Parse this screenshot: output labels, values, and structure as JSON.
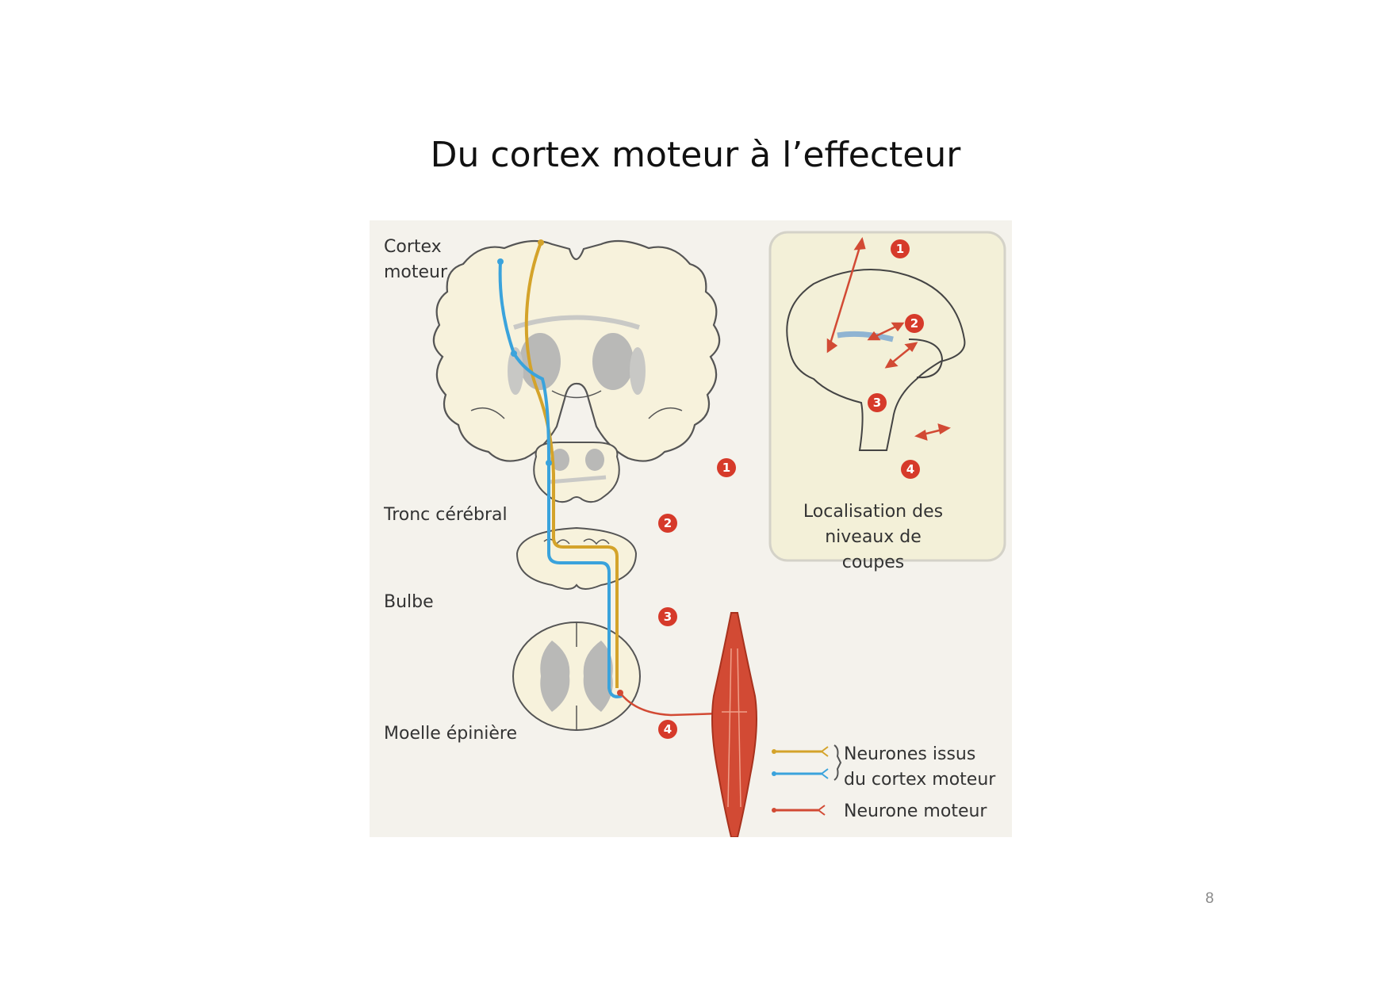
{
  "slide": {
    "title": "Du cortex moteur à l’effecteur",
    "page_number": "8"
  },
  "figure": {
    "levels": {
      "cortex": "Cortex\nmoteur",
      "tronc": "Tronc cérébral",
      "bulbe": "Bulbe",
      "moelle": "Moelle épinière"
    },
    "badges": [
      "1",
      "2",
      "3",
      "4"
    ],
    "inset_caption": "Localisation des niveaux de coupes",
    "legend": {
      "cortex_neurons": "Neurones issus\ndu cortex moteur",
      "motor_neuron": "Neurone moteur"
    },
    "colors": {
      "cortex_neuron_yellow": "#d4a32a",
      "cortex_neuron_blue": "#3aa3dc",
      "motor_neuron": "#d24a34",
      "badge": "#d63a2a",
      "tissue": "#f7f2dc",
      "grey_matter": "#b9b9b7"
    }
  }
}
